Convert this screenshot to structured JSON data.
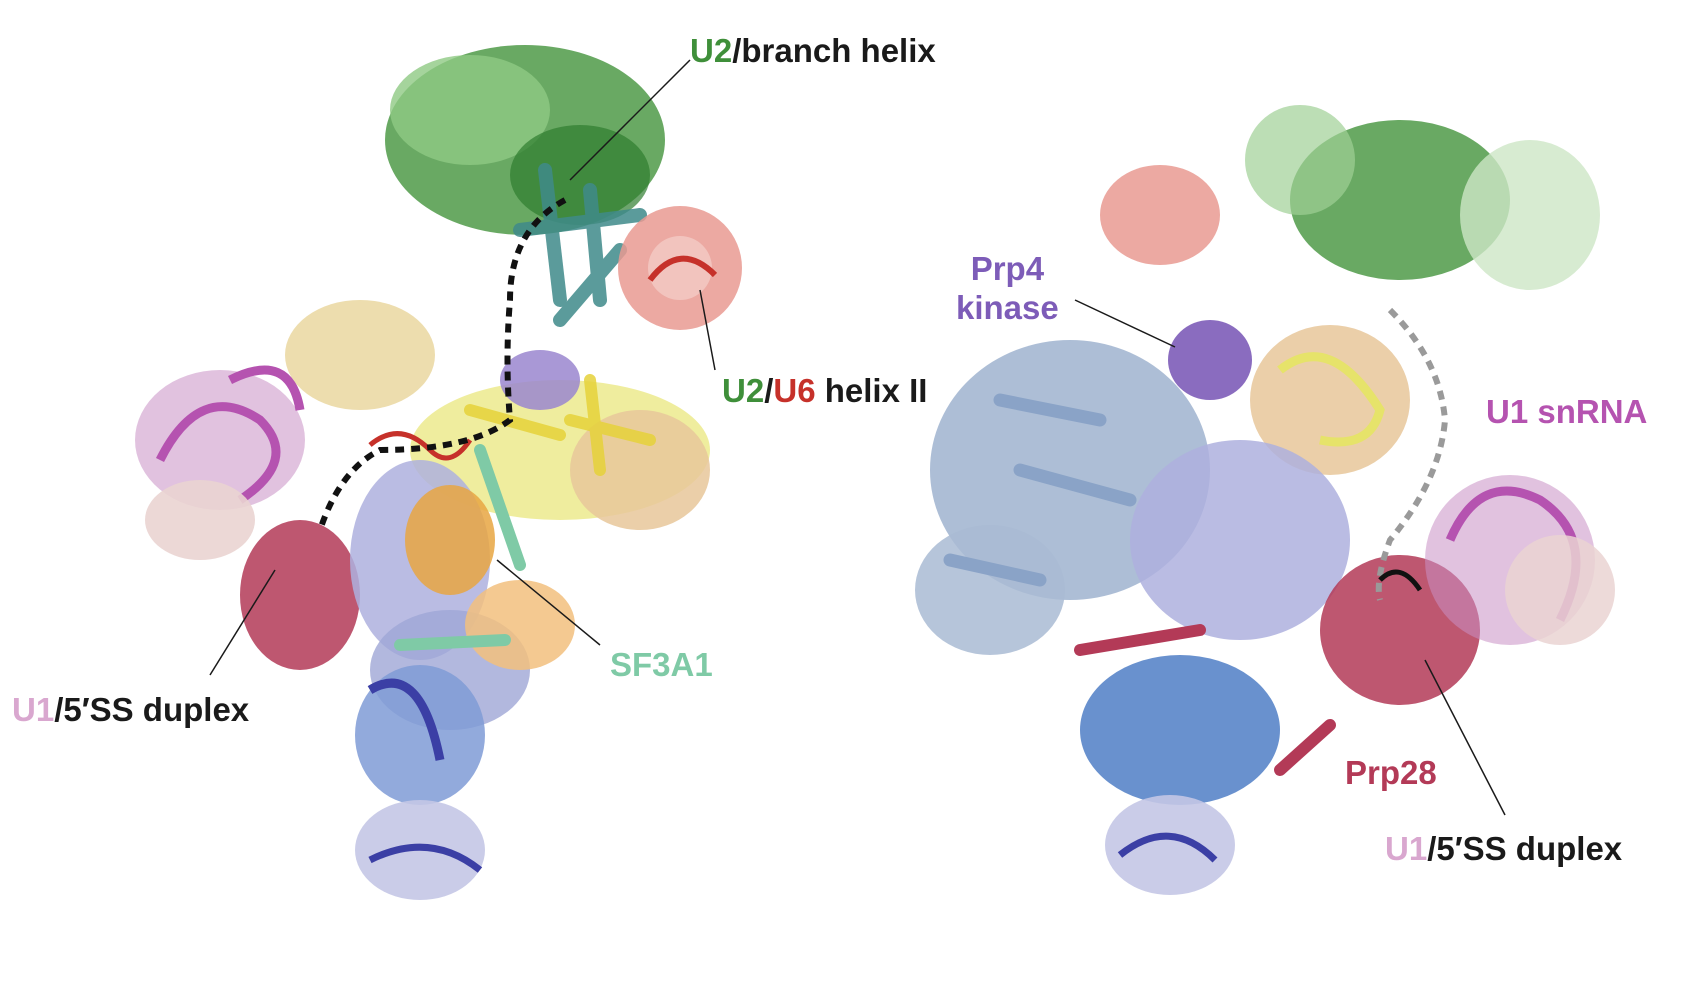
{
  "colors": {
    "green": "#3f8f3a",
    "light_green": "#a9d6a0",
    "red": "#c6312a",
    "salmon": "#e99a92",
    "teal": "#3f8a8a",
    "yellow": "#e6e36a",
    "wheat": "#e8c79a",
    "orange": "#e8a642",
    "lavender": "#a9a8da",
    "slate": "#9fb3cf",
    "blue": "#4f7ec6",
    "navy": "#3b3fa5",
    "magenta": "#b553b0",
    "pink": "#d9a7cf",
    "crimson": "#b33a57",
    "purple": "#7d5cb8",
    "mint": "#7fcaa6",
    "dark": "#1a1a1a"
  },
  "left_panel": {
    "u2_branch": {
      "prefix": "U2",
      "rest": "/branch helix"
    },
    "u2_u6": {
      "prefix": "U2",
      "sep": "/",
      "u6": "U6",
      "rest": " helix II"
    },
    "sf3a1": "SF3A1",
    "u1_duplex": {
      "prefix": "U1",
      "rest": "/5′SS duplex"
    }
  },
  "right_panel": {
    "prp4": {
      "line1": "Prp4",
      "line2": "kinase"
    },
    "u1_snrna": "U1 snRNA",
    "prp28": "Prp28",
    "u1_duplex": {
      "prefix": "U1",
      "rest": "/5′SS duplex"
    }
  }
}
